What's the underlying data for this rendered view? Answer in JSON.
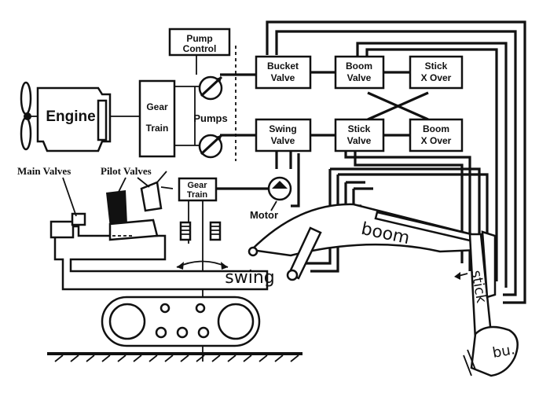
{
  "diagram": {
    "labels": {
      "pump_control_1": "Pump",
      "pump_control_2": "Control",
      "bucket_valve_1": "Bucket",
      "bucket_valve_2": "Valve",
      "boom_valve_1": "Boom",
      "boom_valve_2": "Valve",
      "stick_xover_1": "Stick",
      "stick_xover_2": "X Over",
      "engine": "Engine",
      "gear_train_1": "Gear",
      "gear_train_2": "Train",
      "pumps": "Pumps",
      "swing_valve_1": "Swing",
      "swing_valve_2": "Valve",
      "stick_valve_1": "Stick",
      "stick_valve_2": "Valve",
      "boom_xover_1": "Boom",
      "boom_xover_2": "X Over",
      "swing_gear_1": "Gear",
      "swing_gear_2": "Train",
      "main_valves": "Main Valves",
      "pilot_valves": "Pilot Valves",
      "motor": "Motor",
      "swing": "swing",
      "boom": "boom",
      "stick": "stick",
      "bucket": "bu."
    },
    "colors": {
      "ink": "#111111",
      "paper": "#ffffff"
    }
  }
}
